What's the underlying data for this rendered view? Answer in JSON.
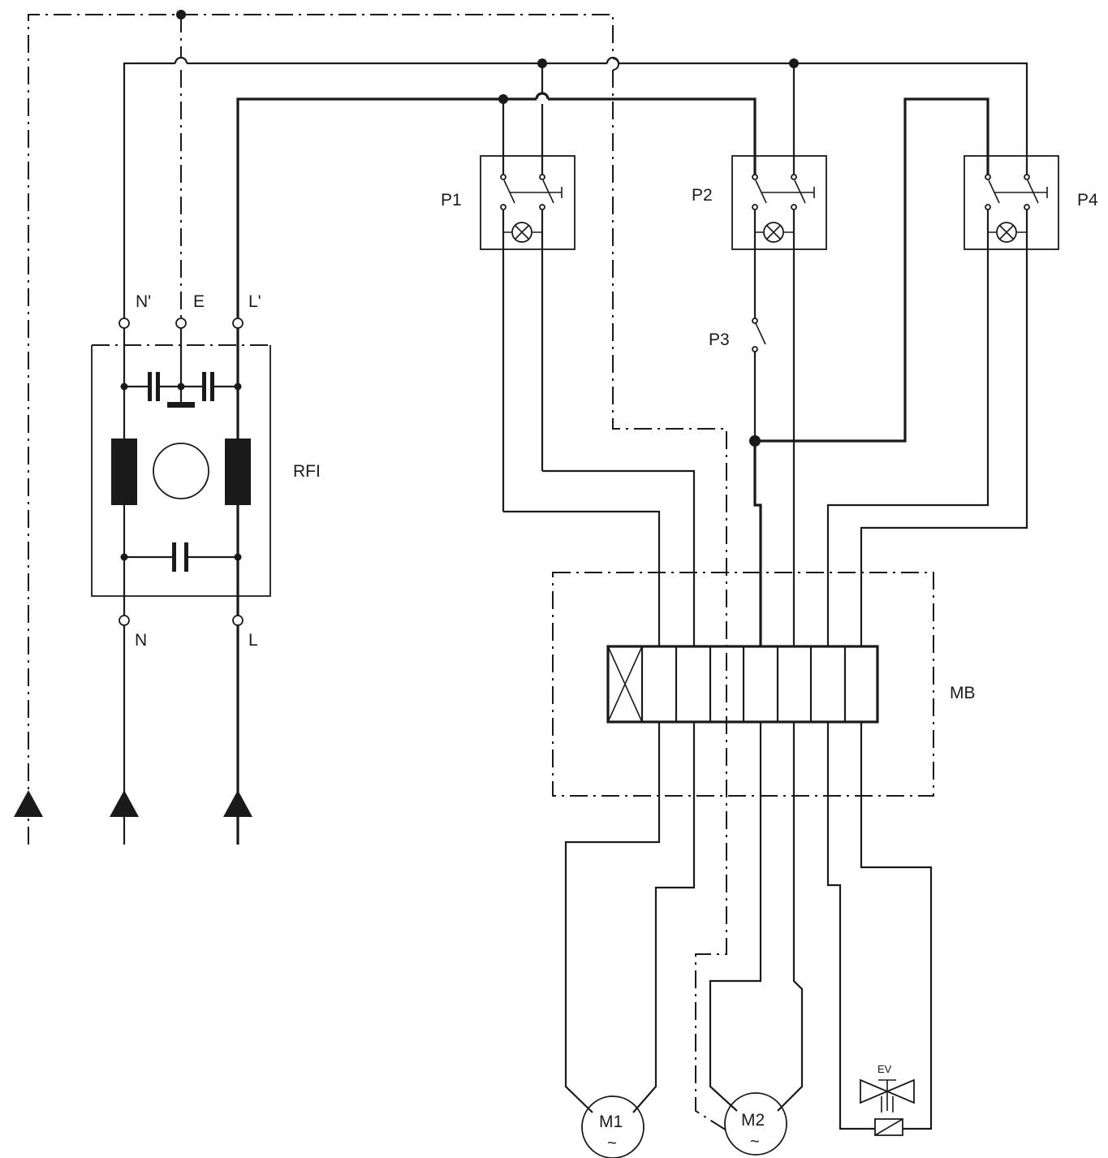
{
  "labels": {
    "n_prime": "N'",
    "e": "E",
    "l_prime": "L'",
    "n": "N",
    "l": "L",
    "rfi": "RFI",
    "p1": "P1",
    "p2": "P2",
    "p3": "P3",
    "p4": "P4",
    "mb": "MB",
    "m1": "M1",
    "m2": "M2",
    "ev": "EV",
    "ac_symbol": "~"
  }
}
